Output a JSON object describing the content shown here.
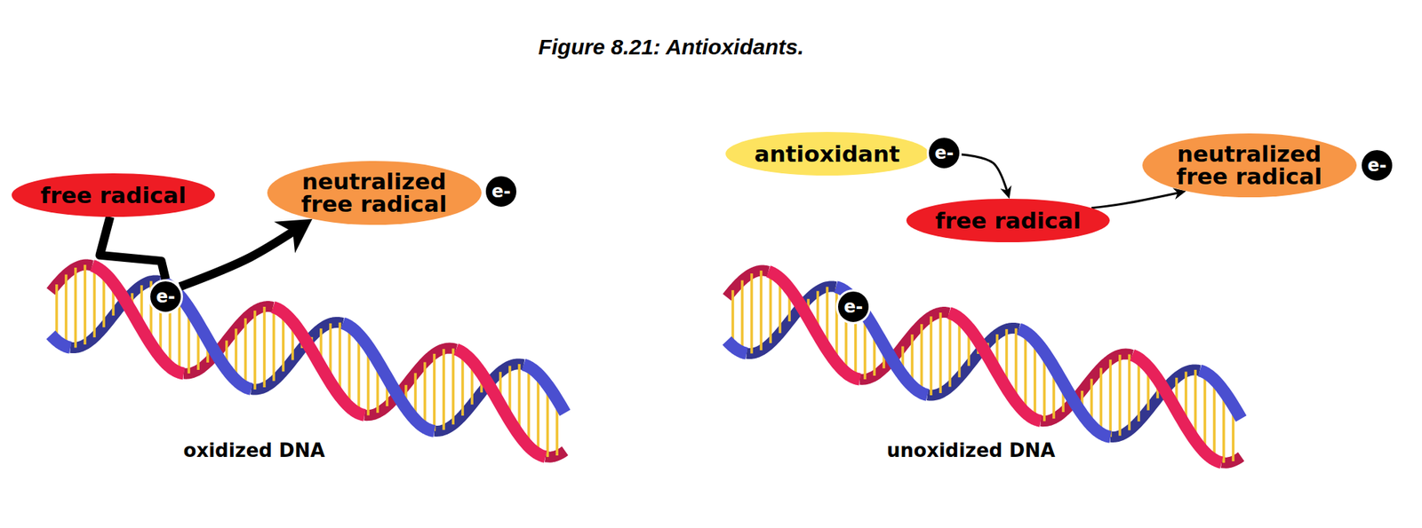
{
  "diagram": {
    "title": "Figure 8.21: Antioxidants.",
    "nodes": [
      {
        "text": [
          "free radical"
        ]
      },
      {
        "text": [
          "neutralized free radical"
        ]
      },
      {
        "text": [
          "e-"
        ]
      },
      {
        "text": [
          "e-"
        ]
      },
      {
        "text": [
          "antioxidant"
        ]
      },
      {
        "text": [
          "e-"
        ]
      },
      {
        "text": [
          "free radical"
        ]
      },
      {
        "text": [
          "neutralized free radical"
        ]
      },
      {
        "text": [
          "e-"
        ]
      },
      {
        "text": [
          "e-"
        ]
      }
    ],
    "edges": [
      {
        "from": 0,
        "to": 3,
        "arrow": "none"
      },
      {
        "from": 3,
        "to": 1,
        "arrow": "to"
      },
      {
        "from": 5,
        "to": 6,
        "arrow": "to"
      },
      {
        "from": 6,
        "to": 7,
        "arrow": "to"
      }
    ],
    "labels": [
      "oxidized DNA",
      "unoxidized DNA"
    ]
  }
}
